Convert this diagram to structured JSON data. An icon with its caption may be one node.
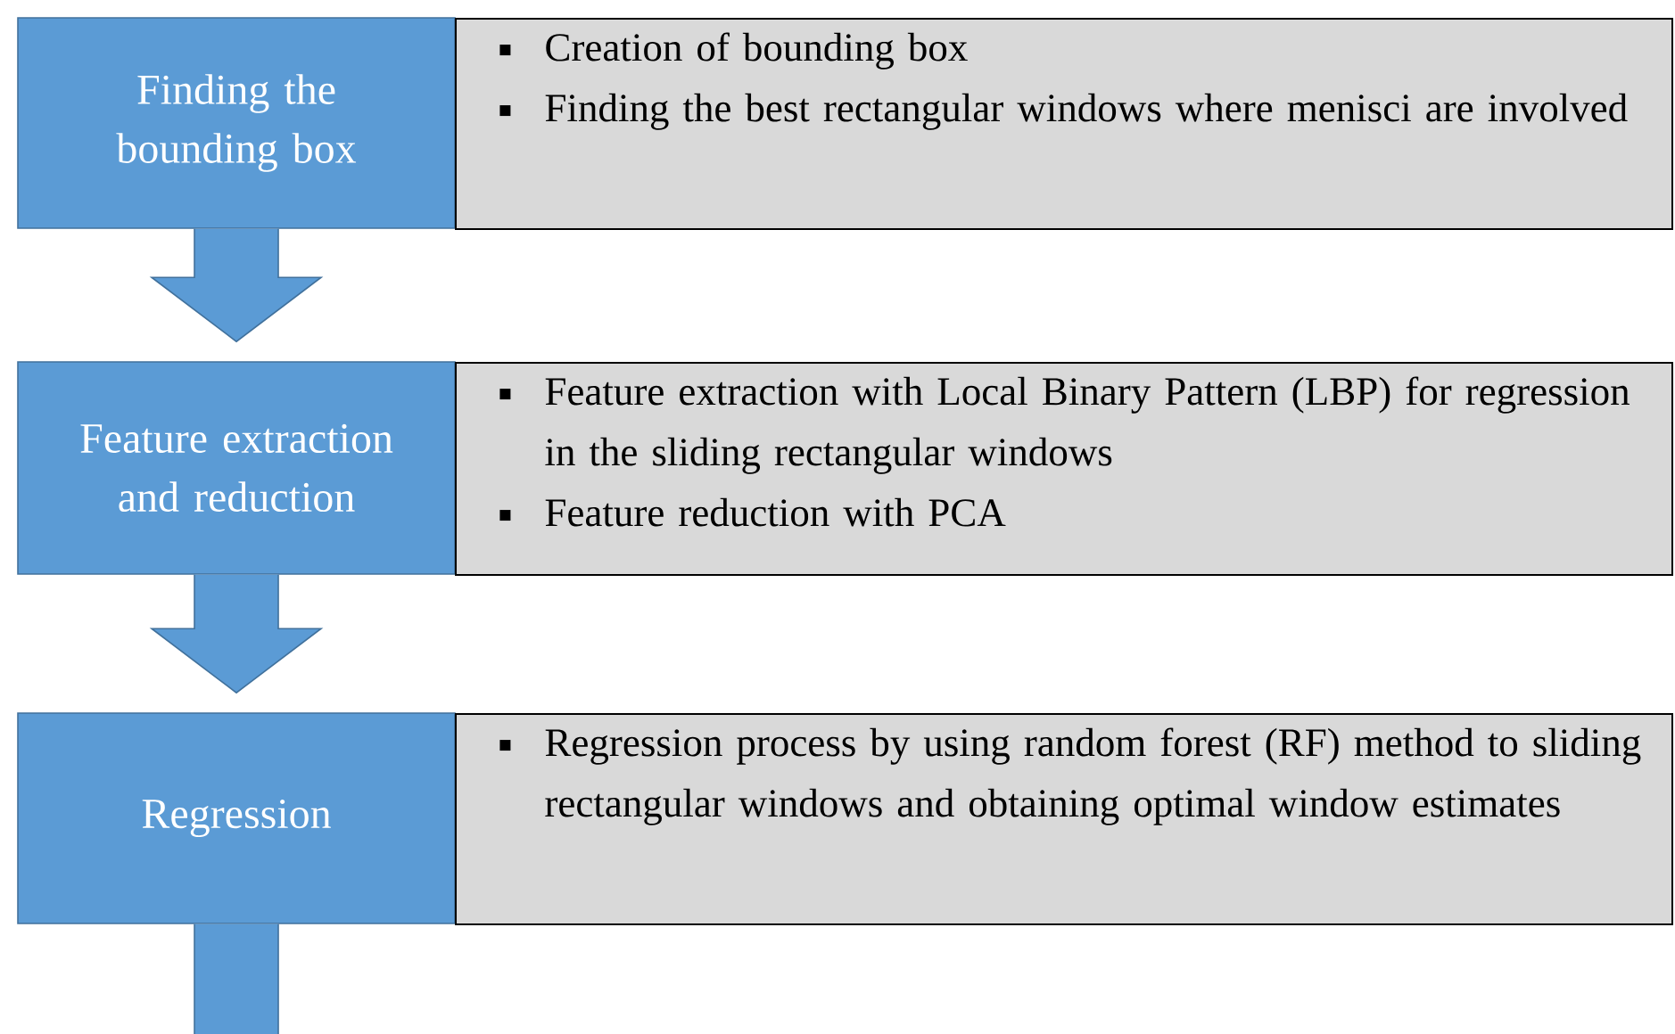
{
  "diagram": {
    "nodes": [
      {
        "text": [
          "Finding the bounding box"
        ]
      },
      {
        "text": [
          "Creation of bounding box",
          "Finding the best rectangular windows where menisci are involved"
        ]
      },
      {
        "text": [
          "Feature extraction and reduction"
        ]
      },
      {
        "text": [
          "Feature extraction with Local Binary Pattern (LBP) for regression in the sliding rectangular windows",
          "Feature reduction with PCA"
        ]
      },
      {
        "text": [
          "Regression"
        ]
      },
      {
        "text": [
          "Regression process by using random forest (RF) method to sliding rectangular windows and obtaining optimal window estimates"
        ]
      }
    ],
    "edges": [
      {
        "from": 0,
        "to": 2,
        "arrow": "to"
      },
      {
        "from": 2,
        "to": 4,
        "arrow": "to"
      },
      {
        "from": 4,
        "to": null,
        "arrow": "none"
      }
    ]
  }
}
